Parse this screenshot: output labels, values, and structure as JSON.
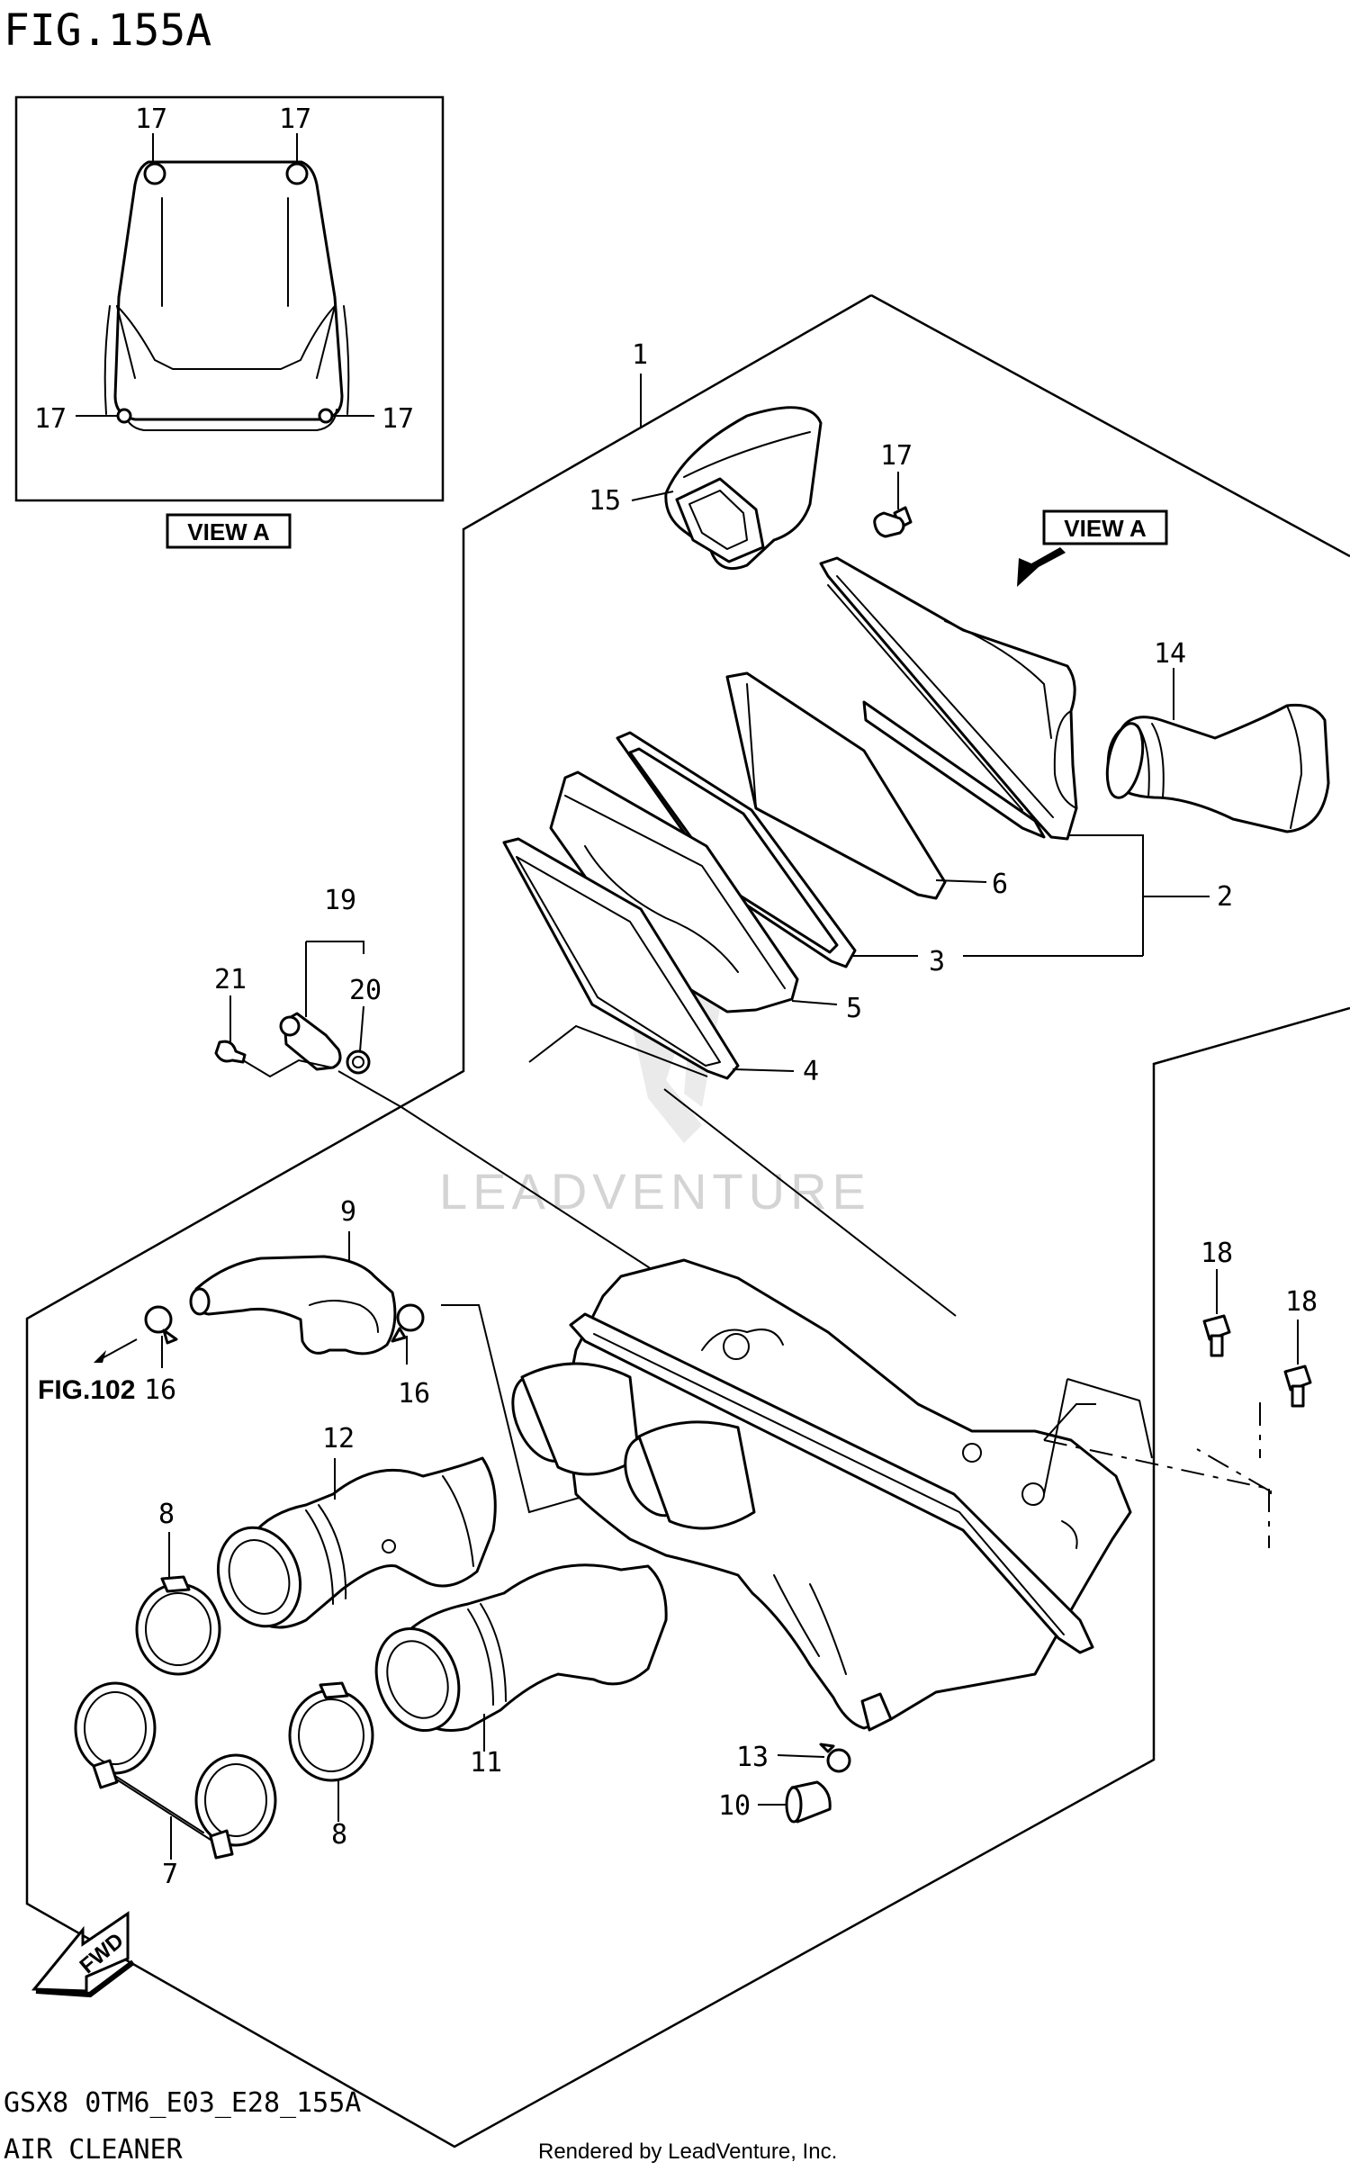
{
  "header": {
    "figure": "FIG.155A"
  },
  "view_box": {
    "caption": "VIEW A",
    "labels": [
      "17",
      "17",
      "17",
      "17"
    ]
  },
  "main_view_tag": "VIEW A",
  "reference": "FIG.102",
  "direction_tag": "FWD",
  "callouts": [
    "1",
    "2",
    "3",
    "4",
    "5",
    "6",
    "7",
    "8",
    "8",
    "9",
    "10",
    "11",
    "12",
    "13",
    "14",
    "15",
    "16",
    "16",
    "17",
    "18",
    "18",
    "19",
    "20",
    "21"
  ],
  "watermark": "LEADVENTURE",
  "footer": {
    "model_code": "GSX8 0TM6_E03_E28_155A",
    "section_title": "AIR CLEANER",
    "credit": "Rendered by LeadVenture, Inc."
  }
}
